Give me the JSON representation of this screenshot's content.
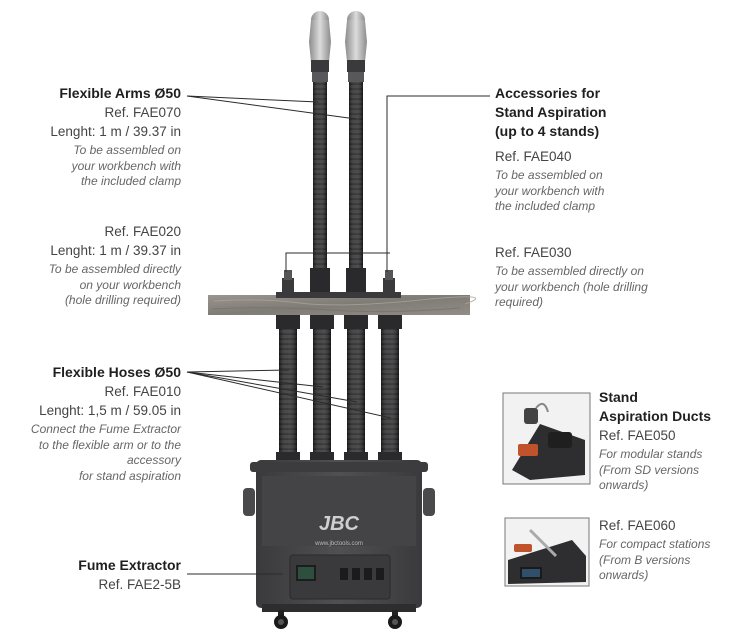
{
  "flexible_arms": {
    "title": "Flexible Arms Ø50",
    "ref": "Ref. FAE070",
    "length": "Lenght: 1 m / 39.37 in",
    "note": [
      "To be assembled on",
      "your workbench with",
      "the included clamp"
    ]
  },
  "fae020": {
    "ref": "Ref. FAE020",
    "length": "Lenght: 1 m / 39.37 in",
    "note": [
      "To be assembled directly",
      "on your workbench",
      "(hole drilling required)"
    ]
  },
  "flexible_hoses": {
    "title": "Flexible Hoses Ø50",
    "ref": "Ref. FAE010",
    "length": "Lenght: 1,5 m / 59.05 in",
    "note": [
      "Connect the Fume Extractor",
      "to the flexible arm or to the",
      "accessory",
      "for stand aspiration"
    ]
  },
  "fume_extractor": {
    "title": "Fume Extractor",
    "ref": "Ref. FAE2-5B"
  },
  "accessories": {
    "title": [
      "Accessories for",
      "Stand Aspiration",
      "(up to 4 stands)"
    ],
    "ref": "Ref. FAE040",
    "note": [
      "To be assembled on",
      "your workbench with",
      "the included clamp"
    ]
  },
  "fae030": {
    "ref": "Ref. FAE030",
    "note": [
      "To be assembled directly on",
      "your workbench (hole drilling",
      "required)"
    ]
  },
  "stand_ducts": {
    "title": [
      "Stand",
      "Aspiration Ducts"
    ],
    "ref": "Ref. FAE050",
    "note": [
      "For modular stands",
      "(From SD versions",
      "onwards)"
    ]
  },
  "fae060": {
    "ref": "Ref. FAE060",
    "note": [
      "For compact stations",
      "(From B versions",
      "onwards)"
    ]
  },
  "device": {
    "brand": "JBC",
    "website": "www.jbctools.com"
  },
  "colors": {
    "extractor_body": "#4a4a4c",
    "hose": "#2e2e30",
    "bench": "#8e8a84",
    "pointer": "#2b2b2b"
  }
}
